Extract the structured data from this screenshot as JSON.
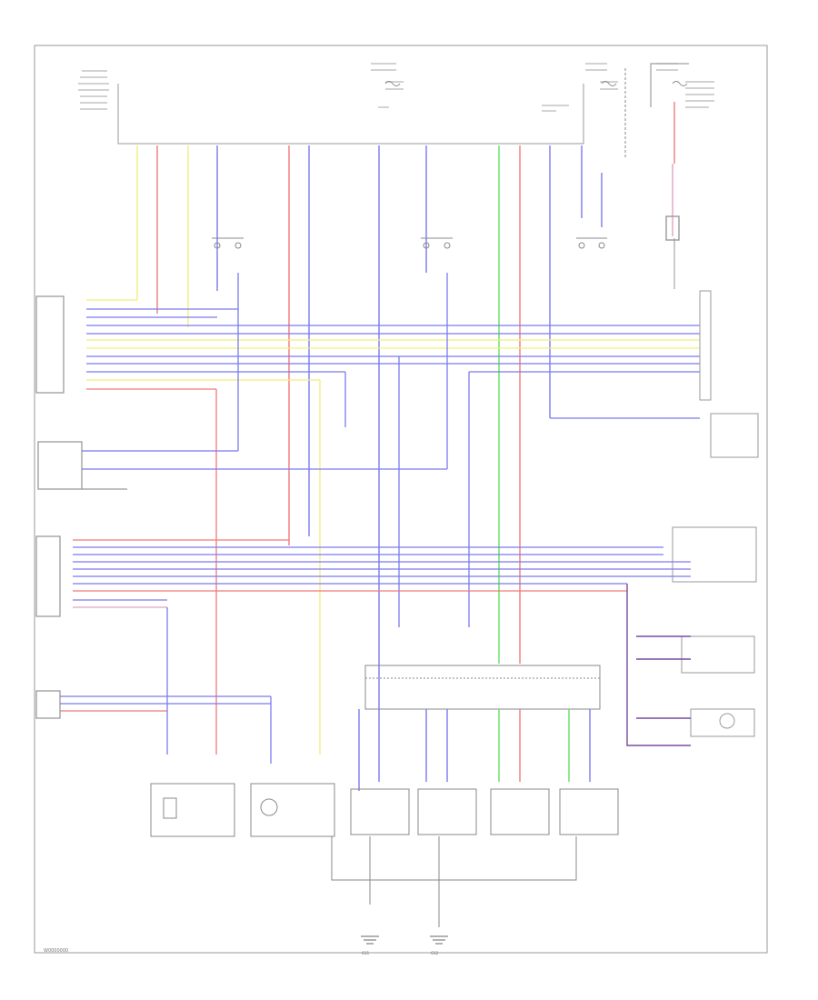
{
  "diagram": {
    "id": "W0000000",
    "wire_colors": {
      "yellow": "#f2ef7a",
      "red": "#f07a7a",
      "blue": "#7b7bf0",
      "green": "#5fe05f",
      "gray": "#b3b3b3",
      "pink": "#e4a3c3",
      "purple": "#7a4aa0"
    },
    "ground_labels": [
      "G11",
      "G12"
    ]
  }
}
